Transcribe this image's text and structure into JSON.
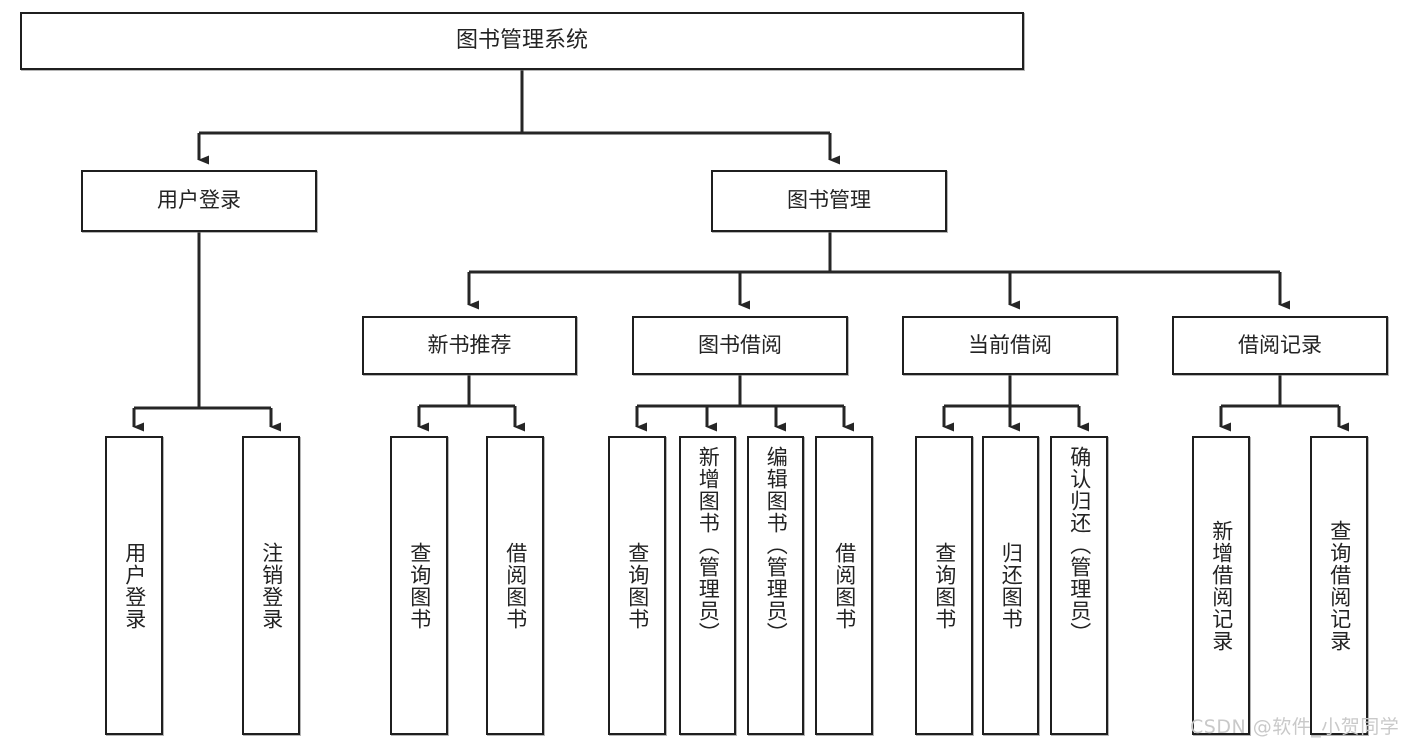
{
  "diagram": {
    "type": "tree",
    "title": "图书管理系统",
    "orientation": "top-down",
    "colors": {
      "box_border": "#1f1f1f",
      "box_fill": "#ffffff",
      "edge": "#262626",
      "text": "#232323",
      "watermark": "#c9c9c9"
    },
    "root": {
      "id": "root",
      "label": "图书管理系统"
    },
    "level2": [
      {
        "id": "user-login",
        "label": "用户登录"
      },
      {
        "id": "book-management",
        "label": "图书管理"
      }
    ],
    "level3": [
      {
        "id": "new-book-recommend",
        "label": "新书推荐",
        "parent": "book-management"
      },
      {
        "id": "book-borrow",
        "label": "图书借阅",
        "parent": "book-management"
      },
      {
        "id": "current-borrow",
        "label": "当前借阅",
        "parent": "book-management"
      },
      {
        "id": "borrow-record",
        "label": "借阅记录",
        "parent": "book-management"
      }
    ],
    "leaves": [
      {
        "id": "leaf-user-login",
        "label": "用户登录",
        "parent": "user-login"
      },
      {
        "id": "leaf-logout-login",
        "label": "注销登录",
        "parent": "user-login"
      },
      {
        "id": "leaf-query-book-1",
        "label": "查询图书",
        "parent": "new-book-recommend"
      },
      {
        "id": "leaf-borrow-book-1",
        "label": "借阅图书",
        "parent": "new-book-recommend"
      },
      {
        "id": "leaf-query-book-2",
        "label": "查询图书",
        "parent": "book-borrow"
      },
      {
        "id": "leaf-add-book",
        "label": "新增图书（管理员）",
        "parent": "book-borrow"
      },
      {
        "id": "leaf-edit-book",
        "label": "编辑图书（管理员）",
        "parent": "book-borrow"
      },
      {
        "id": "leaf-borrow-book-2",
        "label": "借阅图书",
        "parent": "book-borrow"
      },
      {
        "id": "leaf-query-book-3",
        "label": "查询图书",
        "parent": "current-borrow"
      },
      {
        "id": "leaf-return-book",
        "label": "归还图书",
        "parent": "current-borrow"
      },
      {
        "id": "leaf-confirm-return",
        "label": "确认归还（管理员）",
        "parent": "current-borrow"
      },
      {
        "id": "leaf-add-record",
        "label": "新增借阅记录",
        "parent": "borrow-record"
      },
      {
        "id": "leaf-query-record",
        "label": "查询借阅记录",
        "parent": "borrow-record"
      }
    ],
    "watermark": "CSDN @软件_小贺同学"
  }
}
